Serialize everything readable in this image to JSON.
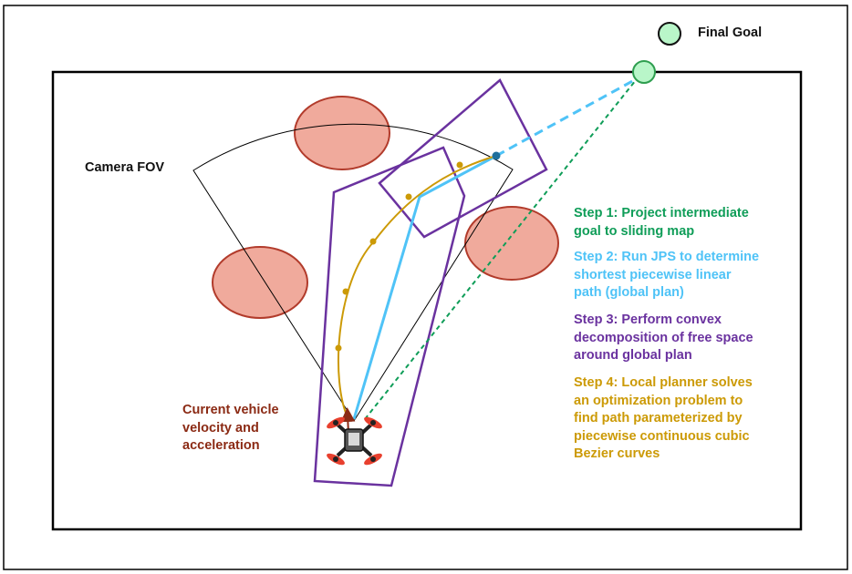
{
  "labels": {
    "final_goal": "Final Goal",
    "camera_fov": "Camera FOV",
    "vehicle": [
      "Current vehicle",
      "velocity and",
      "acceleration"
    ]
  },
  "steps": [
    {
      "lines": [
        "Step 1: Project intermediate",
        "goal to sliding map"
      ],
      "color": "#0f9d58"
    },
    {
      "lines": [
        "Step 2: Run JPS to determine",
        "shortest piecewise linear",
        "path (global plan)"
      ],
      "color": "#4fc3f7"
    },
    {
      "lines": [
        "Step 3: Perform convex",
        "decomposition of free space",
        "around global plan"
      ],
      "color": "#6a329f"
    },
    {
      "lines": [
        "Step 4: Local planner solves",
        "an optimization problem to",
        "find path parameterized by",
        "piecewise continuous cubic",
        "Bezier curves"
      ],
      "color": "#cc9a06"
    }
  ],
  "colors": {
    "obstacle_fill": "#f0aa9c",
    "obstacle_stroke": "#b23b2b",
    "goal_fill": "#b9f6c9",
    "goal_stroke": "#2e9e4f",
    "jps_path": "#4fc3f7",
    "intermediate_goal_line": "#0f9d58",
    "polytope": "#6a329f",
    "bezier": "#cc9a06",
    "vehicle_label": "#8b2a14"
  }
}
